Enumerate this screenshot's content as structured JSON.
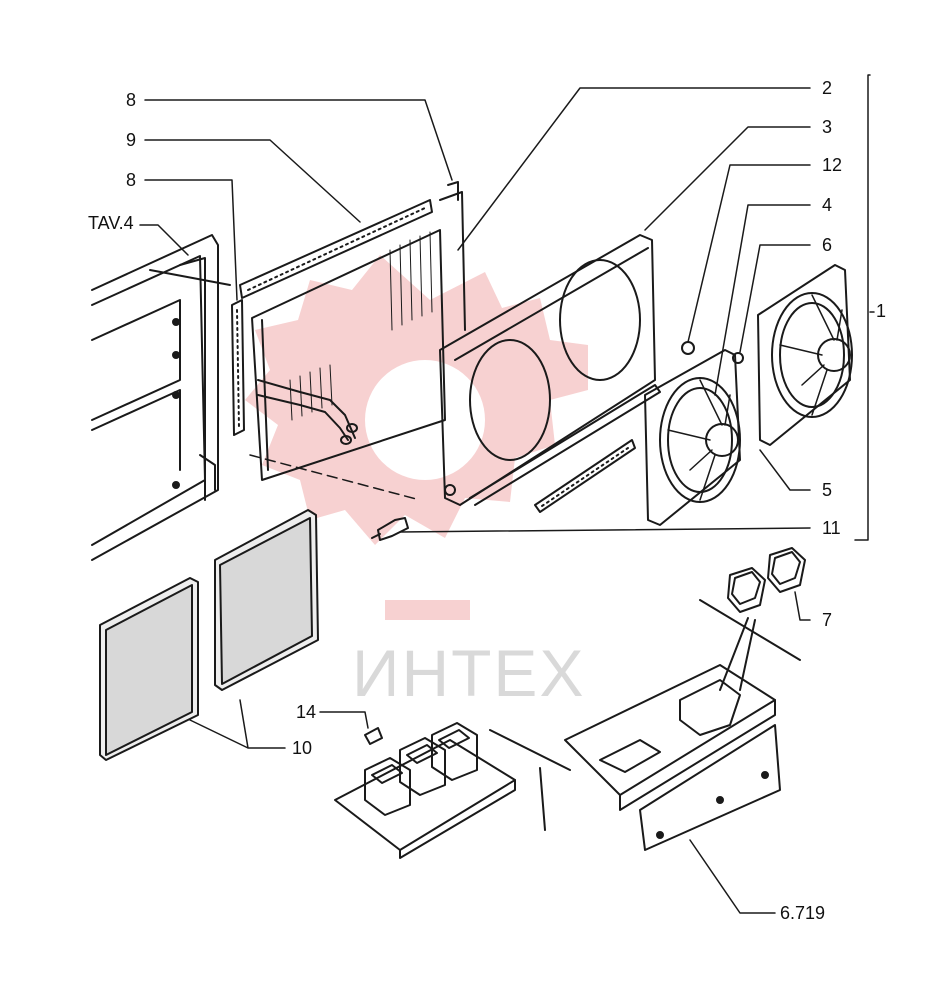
{
  "watermark": {
    "text": "ИНТЕХ",
    "color_gear": "#f6c9c9",
    "color_text": "#d9d9d9"
  },
  "callouts": [
    {
      "id": "8-top",
      "text": "8"
    },
    {
      "id": "9",
      "text": "9"
    },
    {
      "id": "8-mid",
      "text": "8"
    },
    {
      "id": "tav4",
      "text": "TAV.4"
    },
    {
      "id": "2",
      "text": "2"
    },
    {
      "id": "3",
      "text": "3"
    },
    {
      "id": "12",
      "text": "12"
    },
    {
      "id": "4",
      "text": "4"
    },
    {
      "id": "6",
      "text": "6"
    },
    {
      "id": "1",
      "text": "1"
    },
    {
      "id": "5",
      "text": "5"
    },
    {
      "id": "11",
      "text": "11"
    },
    {
      "id": "7",
      "text": "7"
    },
    {
      "id": "14",
      "text": "14"
    },
    {
      "id": "10",
      "text": "10"
    },
    {
      "id": "6719",
      "text": "6.719"
    }
  ],
  "colors": {
    "ink": "#1a1a1a",
    "paper": "#ffffff"
  }
}
